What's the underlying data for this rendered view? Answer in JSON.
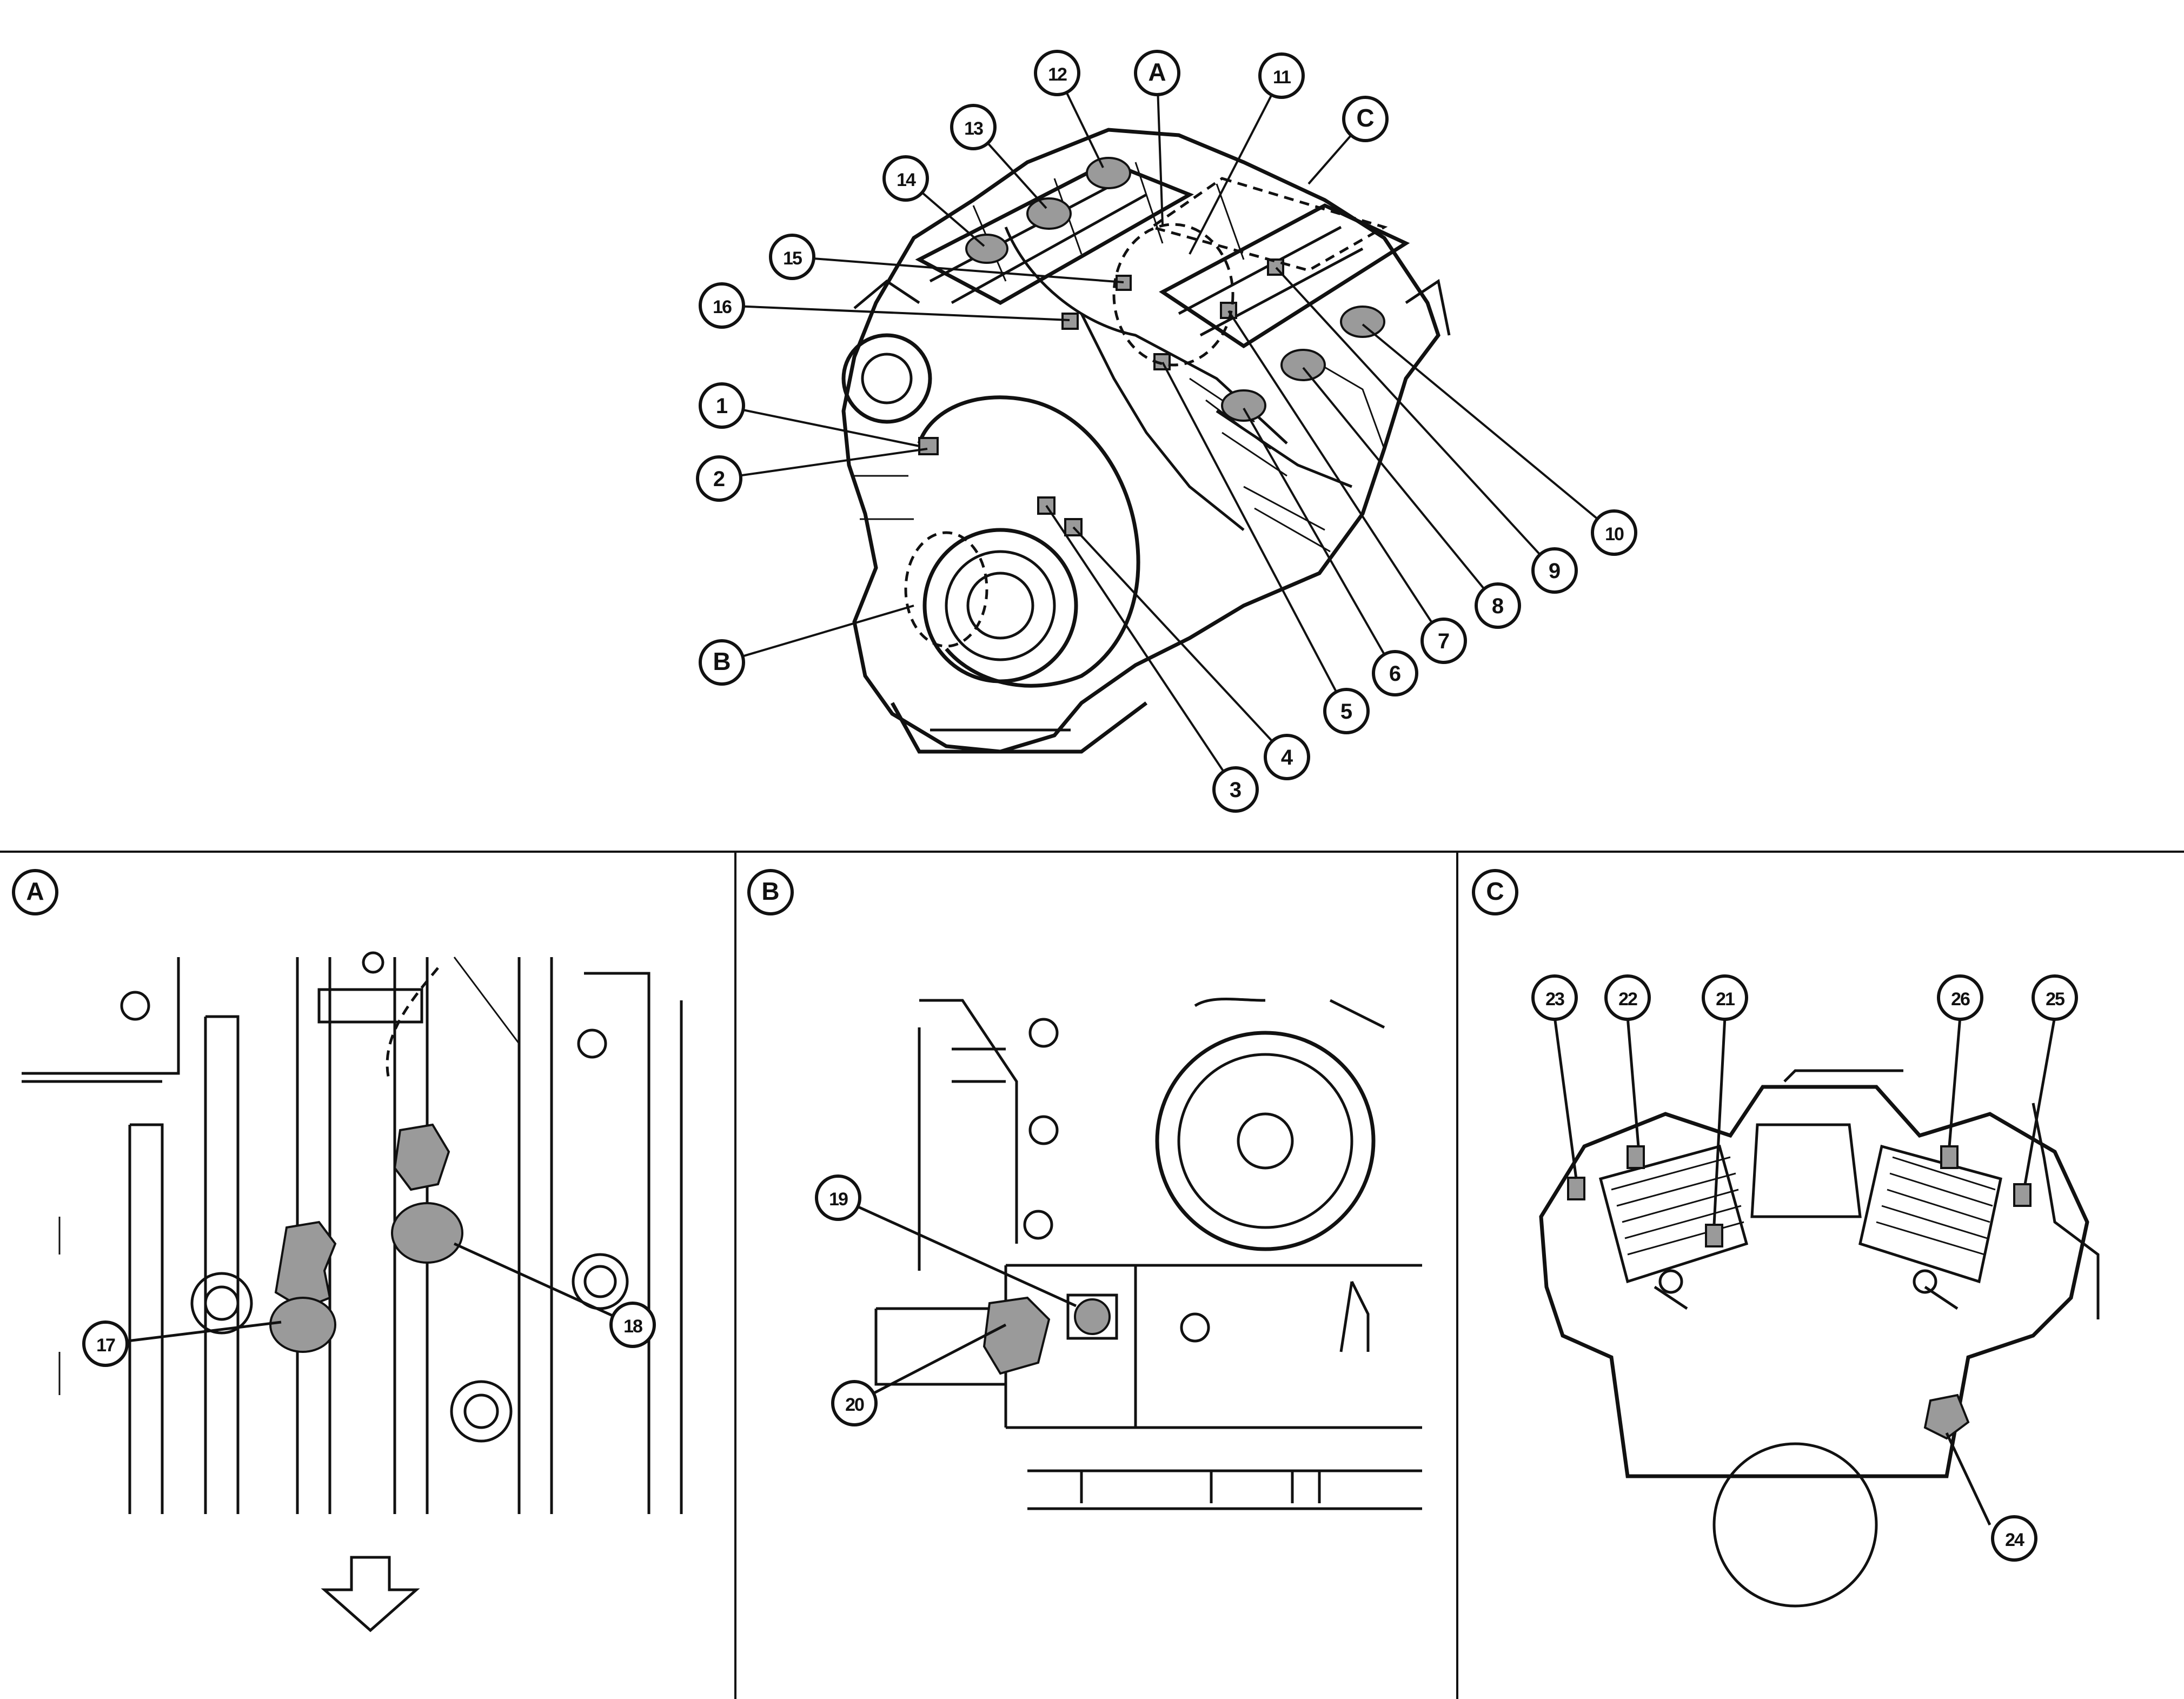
{
  "main_callouts": [
    {
      "label": "1"
    },
    {
      "label": "2"
    },
    {
      "label": "3"
    },
    {
      "label": "4"
    },
    {
      "label": "5"
    },
    {
      "label": "6"
    },
    {
      "label": "7"
    },
    {
      "label": "8"
    },
    {
      "label": "9"
    },
    {
      "label": "10"
    },
    {
      "label": "11"
    },
    {
      "label": "12"
    },
    {
      "label": "13"
    },
    {
      "label": "14"
    },
    {
      "label": "15"
    },
    {
      "label": "16"
    },
    {
      "label": "A"
    },
    {
      "label": "B"
    },
    {
      "label": "C"
    }
  ],
  "panels": [
    {
      "letter": "A",
      "callouts": [
        "17",
        "18"
      ]
    },
    {
      "letter": "B",
      "callouts": [
        "19",
        "20"
      ]
    },
    {
      "letter": "C",
      "callouts": [
        "21",
        "22",
        "23",
        "24",
        "25",
        "26"
      ]
    }
  ]
}
